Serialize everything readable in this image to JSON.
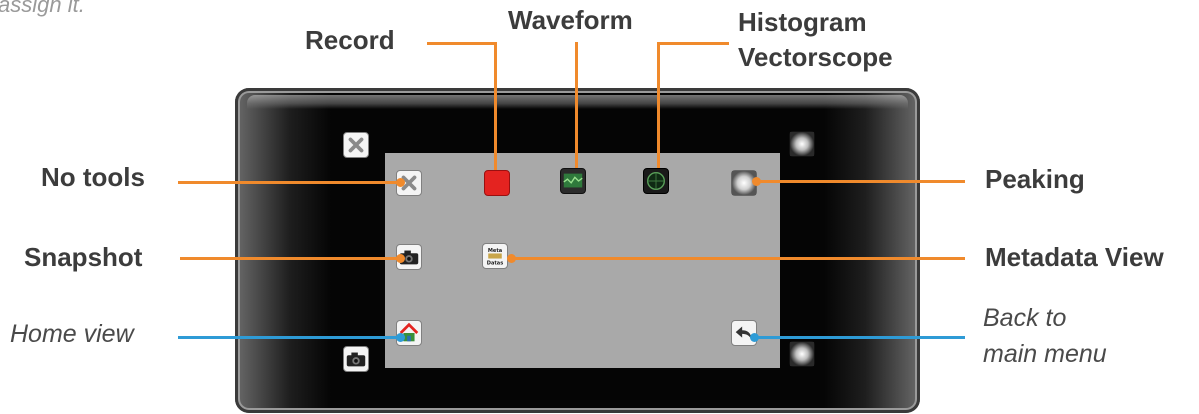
{
  "intro_fragment": "assign it.",
  "labels": {
    "record": "Record",
    "waveform": "Waveform",
    "histogram": "Histogram",
    "vectorscope": "Vectorscope",
    "no_tools": "No tools",
    "snapshot": "Snapshot",
    "home_view": "Home view",
    "peaking": "Peaking",
    "metadata_view": "Metadata View",
    "back_line1": "Back to",
    "back_line2": "main menu"
  },
  "icons": {
    "metadata_line1": "Meta",
    "metadata_line2": "Datas"
  },
  "colors": {
    "callout_orange": "#f08a2c",
    "callout_blue": "#2e9bd6",
    "screen_gray": "#a9a9a9",
    "record_red": "#e42320"
  }
}
